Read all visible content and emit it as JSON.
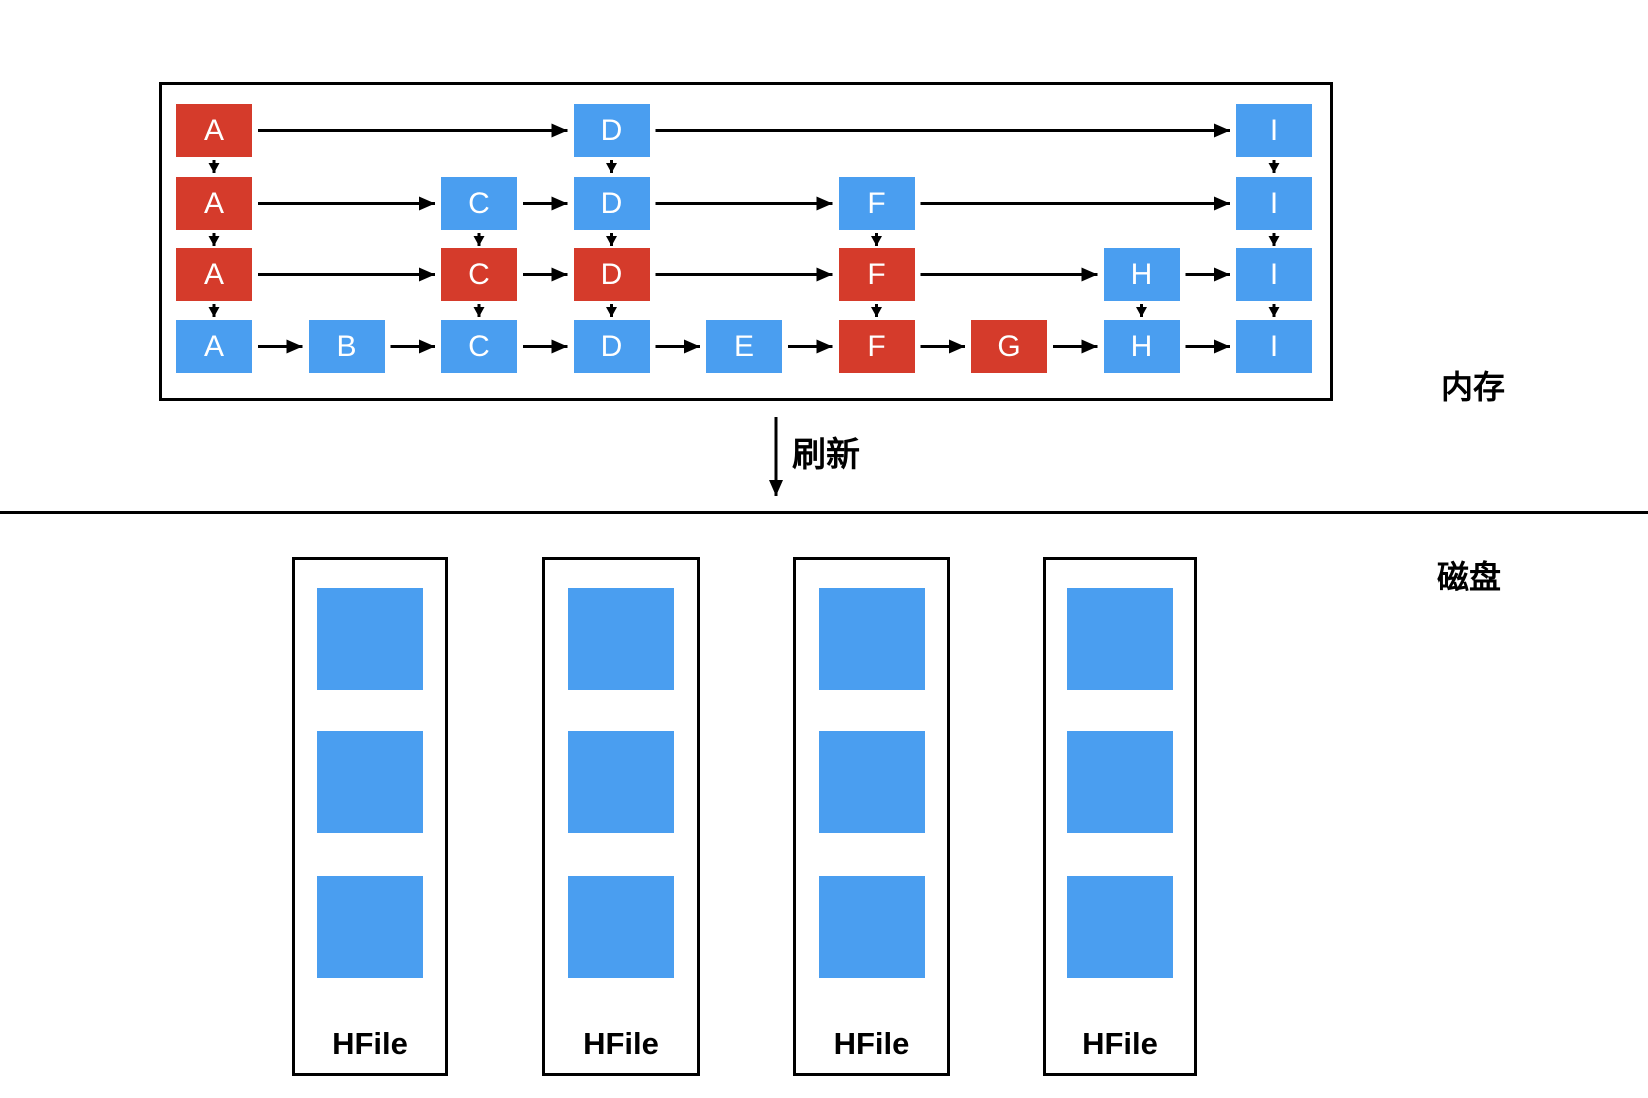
{
  "labels": {
    "memory": "内存",
    "disk": "磁盘",
    "flush": "刷新"
  },
  "colors": {
    "red": "#d53b2b",
    "blue": "#4a9ef0",
    "line": "#000000"
  },
  "memtable": {
    "rows": [
      {
        "cells": [
          {
            "letter": "A",
            "col": 0,
            "color": "red"
          },
          {
            "letter": "D",
            "col": 3,
            "color": "blue"
          },
          {
            "letter": "I",
            "col": 8,
            "color": "blue"
          }
        ]
      },
      {
        "cells": [
          {
            "letter": "A",
            "col": 0,
            "color": "red"
          },
          {
            "letter": "C",
            "col": 2,
            "color": "blue"
          },
          {
            "letter": "D",
            "col": 3,
            "color": "blue"
          },
          {
            "letter": "F",
            "col": 5,
            "color": "blue"
          },
          {
            "letter": "I",
            "col": 8,
            "color": "blue"
          }
        ]
      },
      {
        "cells": [
          {
            "letter": "A",
            "col": 0,
            "color": "red"
          },
          {
            "letter": "C",
            "col": 2,
            "color": "red"
          },
          {
            "letter": "D",
            "col": 3,
            "color": "red"
          },
          {
            "letter": "F",
            "col": 5,
            "color": "red"
          },
          {
            "letter": "H",
            "col": 7,
            "color": "blue"
          },
          {
            "letter": "I",
            "col": 8,
            "color": "blue"
          }
        ]
      },
      {
        "cells": [
          {
            "letter": "A",
            "col": 0,
            "color": "blue"
          },
          {
            "letter": "B",
            "col": 1,
            "color": "blue"
          },
          {
            "letter": "C",
            "col": 2,
            "color": "blue"
          },
          {
            "letter": "D",
            "col": 3,
            "color": "blue"
          },
          {
            "letter": "E",
            "col": 4,
            "color": "blue"
          },
          {
            "letter": "F",
            "col": 5,
            "color": "red"
          },
          {
            "letter": "G",
            "col": 6,
            "color": "red"
          },
          {
            "letter": "H",
            "col": 7,
            "color": "blue"
          },
          {
            "letter": "I",
            "col": 8,
            "color": "blue"
          }
        ]
      }
    ]
  },
  "hfiles": [
    {
      "label": "HFile",
      "blocks": 3
    },
    {
      "label": "HFile",
      "blocks": 3
    },
    {
      "label": "HFile",
      "blocks": 3
    },
    {
      "label": "HFile",
      "blocks": 3
    }
  ]
}
